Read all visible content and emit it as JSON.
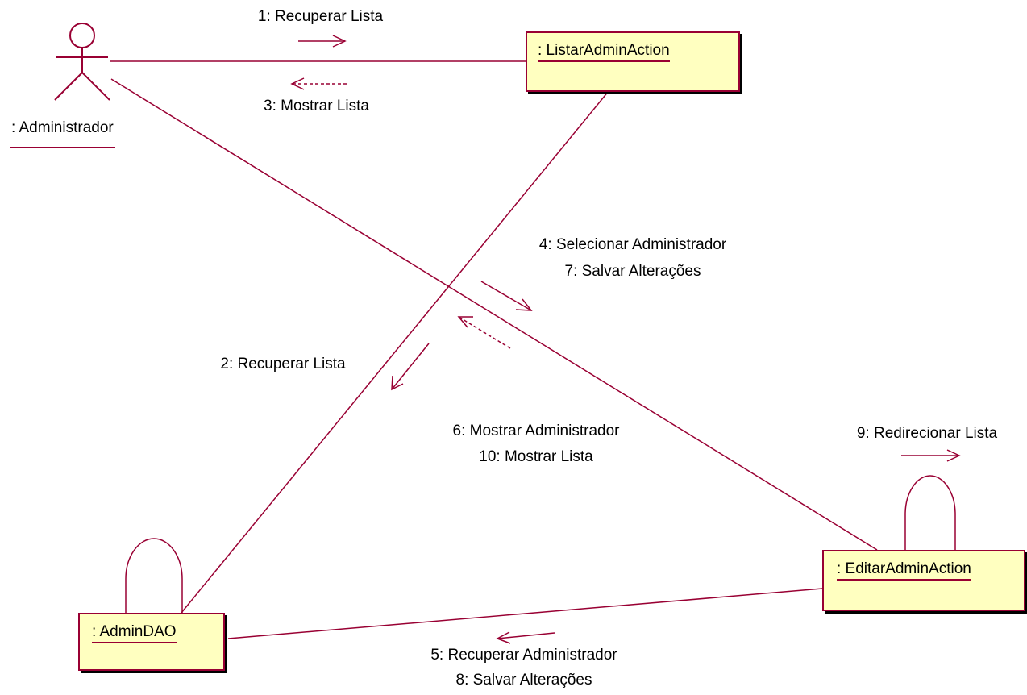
{
  "colors": {
    "line": "#990033",
    "object_fill": "#ffffc0",
    "object_shadow": "#000000",
    "text": "#000000",
    "background": "#ffffff"
  },
  "actor": {
    "label": ": Administrador",
    "icon": "stick-figure-icon"
  },
  "objects": {
    "listar": ": ListarAdminAction",
    "editar": ": EditarAdminAction",
    "dao": ": AdminDAO"
  },
  "messages": {
    "m1": "1: Recuperar Lista",
    "m3": "3: Mostrar Lista",
    "m2": "2: Recuperar Lista",
    "m4": "4: Selecionar Administrador",
    "m7": "7: Salvar Alterações",
    "m6": "6: Mostrar Administrador",
    "m10": "10: Mostrar Lista",
    "m9": "9: Redirecionar Lista",
    "m5": "5: Recuperar Administrador",
    "m8": "8: Salvar Alterações"
  }
}
